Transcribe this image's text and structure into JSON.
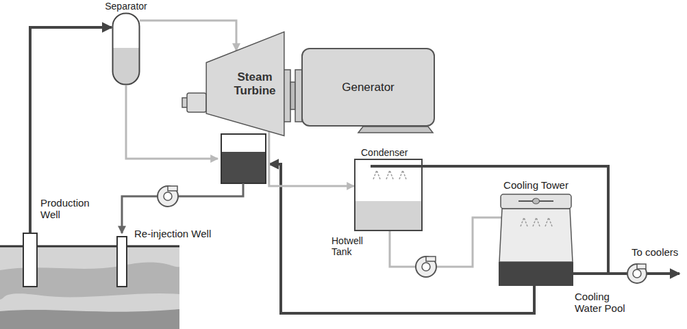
{
  "diagram": {
    "nodes": [
      {
        "text": [
          "Separator"
        ]
      },
      {
        "text": [
          "Steam Turbine"
        ]
      },
      {
        "text": [
          "Generator"
        ]
      },
      {
        "text": [
          "Condenser",
          "Hotwell Tank"
        ]
      },
      {
        "text": [
          "Cooling Tower",
          "Cooling Water Pool"
        ]
      },
      {
        "text": [
          "Production Well"
        ]
      },
      {
        "text": [
          "Re-injection Well"
        ]
      }
    ],
    "edges": [
      {
        "from": 5,
        "to": 0,
        "arrow": "to"
      },
      {
        "from": 0,
        "to": 1,
        "arrow": "to"
      },
      {
        "from": 1,
        "to": 3,
        "arrow": "to"
      },
      {
        "from": 3,
        "to": 4,
        "arrow": "none"
      },
      {
        "from": 4,
        "to": 3,
        "arrow": "none"
      }
    ],
    "labels": [
      "To coolers"
    ]
  }
}
